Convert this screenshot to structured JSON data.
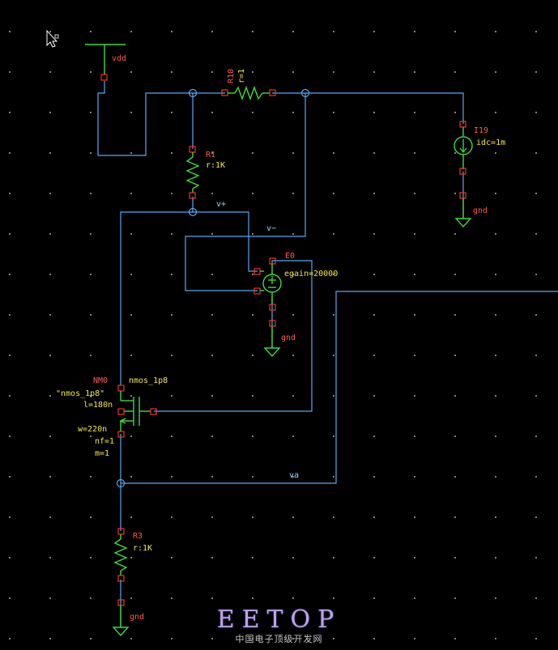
{
  "schematic": {
    "labels": {
      "vdd": "vdd",
      "r10_name": "R10",
      "r10_param": "r=1",
      "r1_name": "R1",
      "r1_param": "r:1K",
      "i19_name": "I19",
      "i19_param": "idc=1m",
      "gnd_i19": "gnd",
      "vplus": "v+",
      "vminus": "v−",
      "e0_name": "E0",
      "e0_param": "egain=20000",
      "gnd_e0": "gnd",
      "nm0_name": "NM0",
      "nm0_cell": "nmos_1p8",
      "nm0_model": "\"nmos_1p8\"",
      "nm0_l": "l=180n",
      "nm0_w": "w=220n",
      "nm0_nf": "nf=1",
      "nm0_m": "m=1",
      "va": "va",
      "r3_name": "R3",
      "r3_param": "r:1K",
      "gnd_r3": "gnd"
    },
    "colors": {
      "wire": "#55a8f0",
      "device": "#40d840",
      "pin": "#ff3a2a",
      "instance_label": "#ff5a4a",
      "cell_label": "#f2e94a",
      "net_label": "#9fd3f5"
    }
  },
  "watermark": {
    "title": "EETOP",
    "subtitle": "中国电子顶级开发网"
  },
  "icons": {
    "cursor": "mouse-pointer-icon"
  }
}
